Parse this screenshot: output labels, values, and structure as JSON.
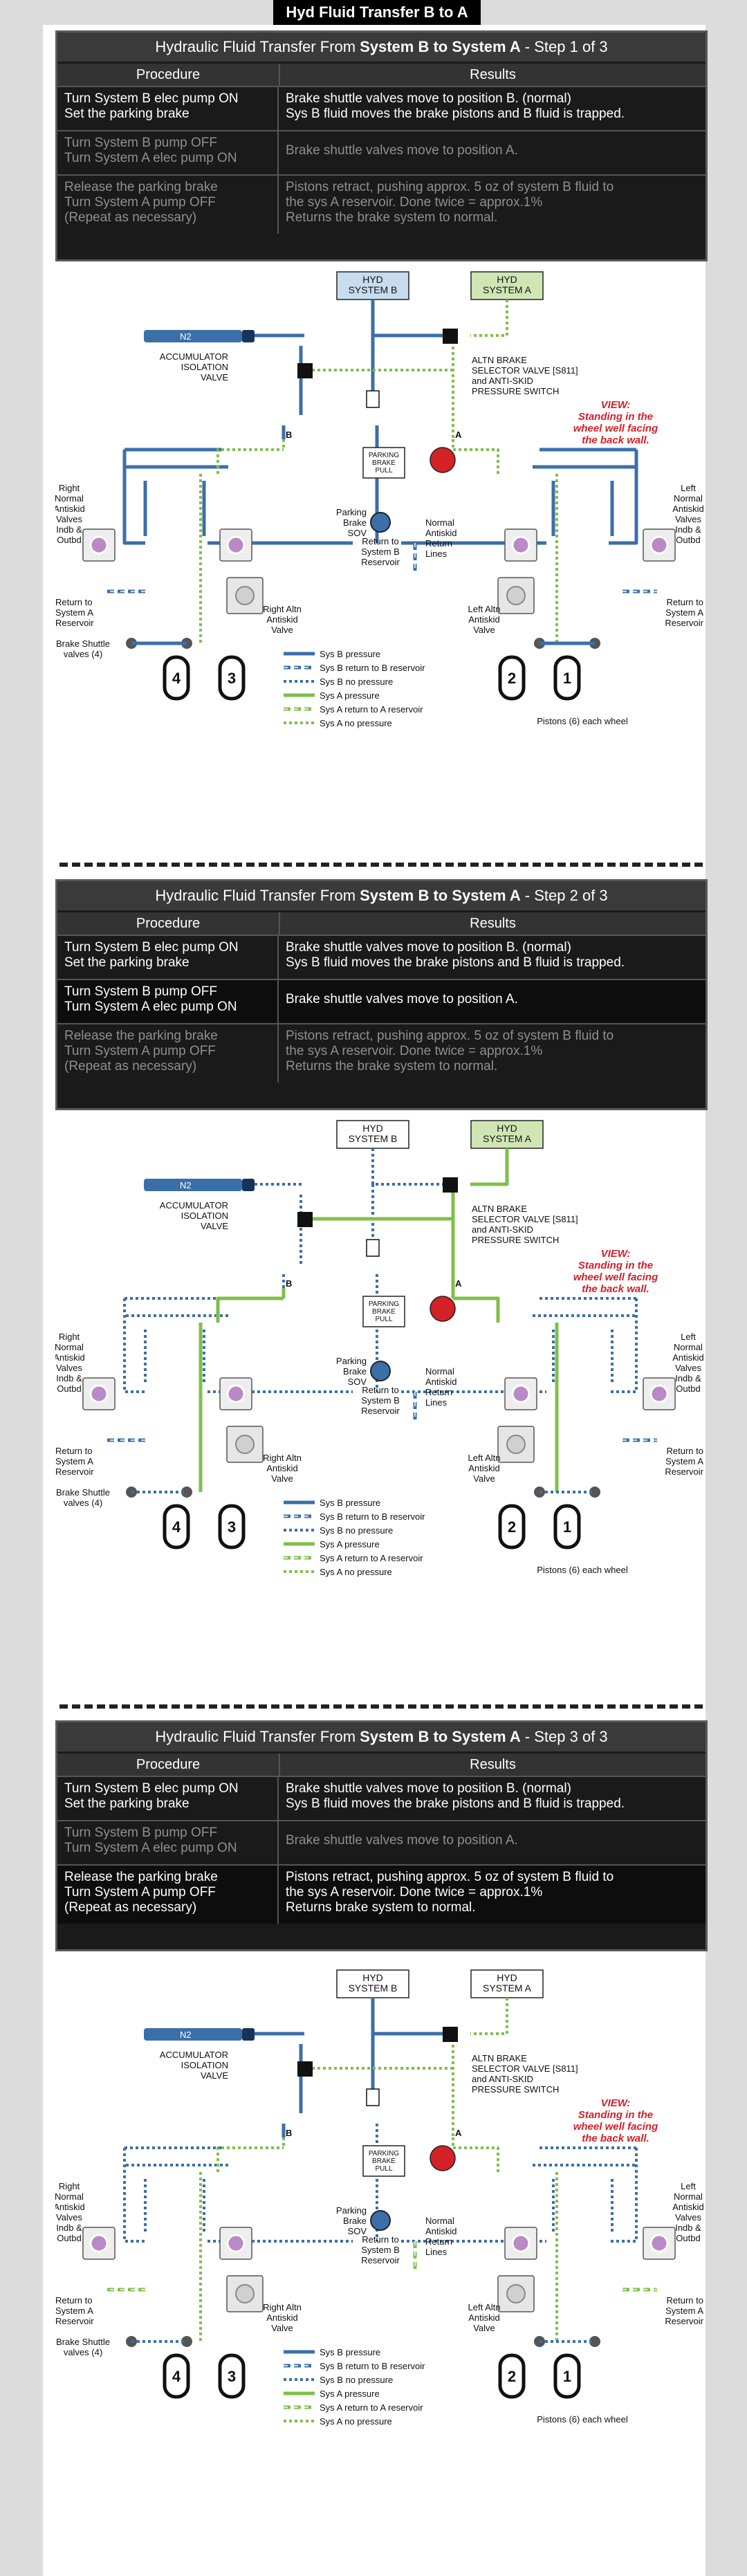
{
  "title": "Hyd Fluid Transfer B to A",
  "colors": {
    "sysB": "#3b6fa8",
    "sysA": "#7fbf4a",
    "panel": "#1a1a1a",
    "red": "#d42027",
    "n2": "#3b6fa8"
  },
  "steps": [
    {
      "heading_prefix": "Hydraulic Fluid Transfer From",
      "heading_bold": "System B to System A",
      "heading_suffix": "- Step 1 of 3",
      "col_procedure": "Procedure",
      "col_results": "Results",
      "rows": [
        {
          "proc": [
            "Turn System B elec pump ON",
            "Set the parking brake"
          ],
          "res": [
            "Brake shuttle valves move to position B. (normal)",
            "Sys B fluid moves the brake pistons and B fluid is trapped."
          ],
          "active": true
        },
        {
          "proc": [
            "Turn System B pump OFF",
            "Turn System A elec pump ON"
          ],
          "res": [
            "Brake shuttle valves move to position A."
          ],
          "active": false
        },
        {
          "proc": [
            "Release the parking brake",
            "Turn System A pump OFF",
            "(Repeat as necessary)"
          ],
          "res": [
            "Pistons retract, pushing approx. 5 oz of system B fluid to",
            "the sys A reservoir. Done twice = approx.1%",
            "Returns the brake system to normal."
          ],
          "active": false
        }
      ]
    },
    {
      "heading_prefix": "Hydraulic Fluid Transfer From",
      "heading_bold": "System B to System A",
      "heading_suffix": "- Step 2 of 3",
      "col_procedure": "Procedure",
      "col_results": "Results",
      "rows": [
        {
          "proc": [
            "Turn System B elec pump ON",
            "Set the parking brake"
          ],
          "res": [
            "Brake shuttle valves move to position B. (normal)",
            "Sys B fluid moves the brake pistons and B fluid is trapped."
          ],
          "active": false
        },
        {
          "proc": [
            "Turn System B pump OFF",
            "Turn System A elec pump ON"
          ],
          "res": [
            "Brake shuttle valves move to position A."
          ],
          "active": true
        },
        {
          "proc": [
            "Release the parking brake",
            "Turn System A pump OFF",
            "(Repeat as necessary)"
          ],
          "res": [
            "Pistons retract, pushing approx. 5 oz of system B fluid to",
            "the sys A reservoir. Done twice = approx.1%",
            "Returns the brake system to normal."
          ],
          "active": false
        }
      ]
    },
    {
      "heading_prefix": "Hydraulic Fluid Transfer From",
      "heading_bold": "System B to System A",
      "heading_suffix": "- Step 3 of 3",
      "col_procedure": "Procedure",
      "col_results": "Results",
      "rows": [
        {
          "proc": [
            "Turn System B elec pump ON",
            "Set the parking brake"
          ],
          "res": [
            "Brake shuttle valves move to position B. (normal)",
            "Sys B fluid moves the brake pistons and B fluid is trapped."
          ],
          "active": false
        },
        {
          "proc": [
            "Turn System B pump OFF",
            "Turn System A elec pump ON"
          ],
          "res": [
            "Brake shuttle valves move to position A."
          ],
          "active": false
        },
        {
          "proc": [
            "Release the parking brake",
            "Turn System A pump OFF",
            "(Repeat as necessary)"
          ],
          "res": [
            "Pistons retract, pushing approx. 5 oz of system B fluid to",
            "the sys A reservoir. Done twice = approx.1%",
            "Returns brake system to normal."
          ],
          "active": true
        }
      ]
    }
  ],
  "diagram": {
    "hyd_b": [
      "HYD",
      "SYSTEM B"
    ],
    "hyd_a": [
      "HYD",
      "SYSTEM A"
    ],
    "n2": "N2",
    "accumulator": [
      "ACCUMULATOR",
      "ISOLATION",
      "VALVE"
    ],
    "altn_valve": [
      "ALTN BRAKE",
      "SELECTOR VALVE [S811]",
      "and ANTI-SKID",
      "PRESSURE SWITCH"
    ],
    "view": [
      "VIEW:",
      "Standing in the",
      "wheel well facing",
      "the back wall."
    ],
    "parking_handle": [
      "PARKING",
      "BRAKE",
      "PULL"
    ],
    "parking_sov": [
      "Parking",
      "Brake",
      "SOV"
    ],
    "return_b": [
      "Return to",
      "System B",
      "Reservoir"
    ],
    "normal_return": [
      "Normal",
      "Antiskid",
      "Return",
      "Lines"
    ],
    "right_normal": [
      "Right",
      "Normal",
      "Antiskid",
      "Valves",
      "Indb &",
      "Outbd"
    ],
    "left_normal": [
      "Left",
      "Normal",
      "Antiskid",
      "Valves",
      "Indb &",
      "Outbd"
    ],
    "return_a": [
      "Return to",
      "System A",
      "Reservoir"
    ],
    "right_altn": [
      "Right Altn",
      "Antiskid",
      "Valve"
    ],
    "left_altn": [
      "Left Altn",
      "Antiskid",
      "Valve"
    ],
    "brake_shuttle": [
      "Brake Shuttle",
      "valves (4)"
    ],
    "pistons": "Pistons (6) each wheel",
    "label_a": "A",
    "label_b": "B",
    "wheels": [
      "4",
      "3",
      "2",
      "1"
    ],
    "legend": [
      {
        "label": "Sys B pressure",
        "style": "b-solid"
      },
      {
        "label": "Sys B return to B reservoir",
        "style": "b-return"
      },
      {
        "label": "Sys B no pressure",
        "style": "b-dot"
      },
      {
        "label": "Sys A pressure",
        "style": "a-solid"
      },
      {
        "label": "Sys A return to A reservoir",
        "style": "a-return"
      },
      {
        "label": "Sys A no pressure",
        "style": "a-dot"
      }
    ]
  }
}
